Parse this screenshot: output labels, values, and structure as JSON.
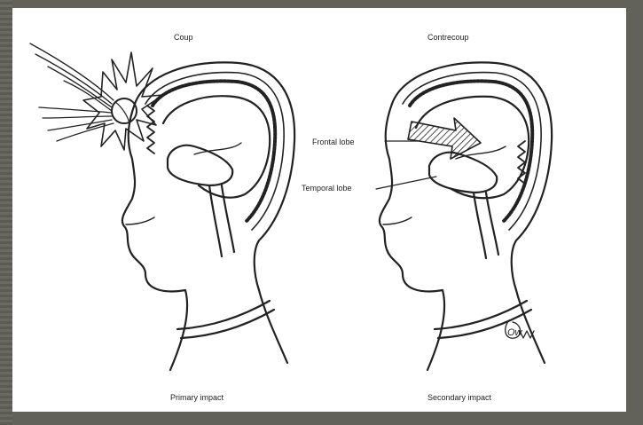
{
  "labels": {
    "left_title": "Coup",
    "right_title": "Contrecoup",
    "frontal_lobe": "Frontal lobe",
    "temporal_lobe": "Temporal lobe",
    "left_caption": "Primary impact",
    "right_caption": "Secondary impact",
    "signature": "Ow"
  },
  "icons": [
    "impact-burst-icon",
    "motion-arrow-icon"
  ],
  "colors": {
    "background": "#62625a",
    "panel": "#ffffff",
    "ink": "#222222"
  }
}
